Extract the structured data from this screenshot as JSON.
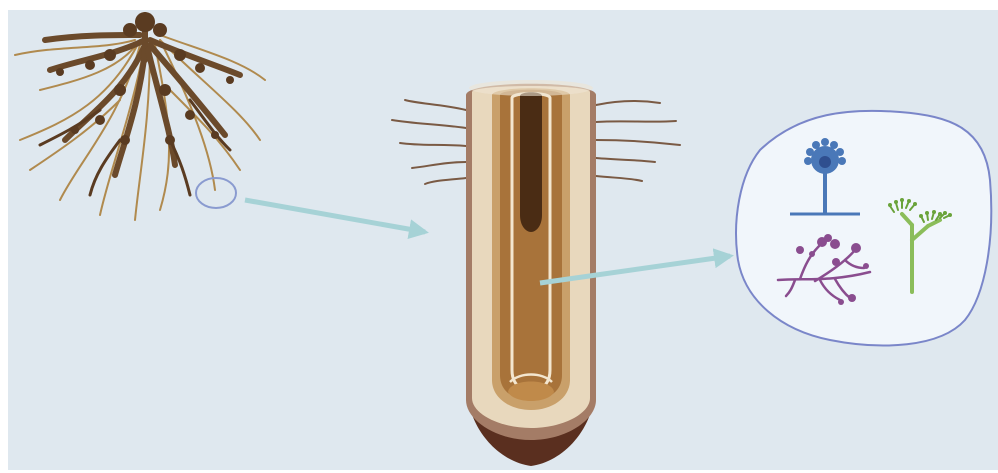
{
  "diagram": {
    "labels": [],
    "panels": [
      "root-system",
      "root-tip-cross-section",
      "endophytic-fungi-inset"
    ],
    "fungi": [
      "aspergillus-like-fungus-icon",
      "mycelium-fungus-icon",
      "penicillium-like-fungus-icon"
    ],
    "arrows": 2
  },
  "colors": {
    "background_panel": "#dfe8ef",
    "root_brown": "#6b4a2b",
    "root_dark": "#4a2f1c",
    "root_tan": "#c9a06a",
    "cap_brown": "#5a2f1f",
    "cortex_light": "#e8d8bd",
    "stele": "#a8733a",
    "stele_dark": "#4a2c14",
    "arrow_teal": "#a6d2d6",
    "inset_border": "#7a86c9",
    "inset_fill": "#f1f6fb",
    "fungus_blue": "#4a78b8",
    "fungus_purple": "#8a4d8f",
    "fungus_green": "#8bbd5a"
  }
}
